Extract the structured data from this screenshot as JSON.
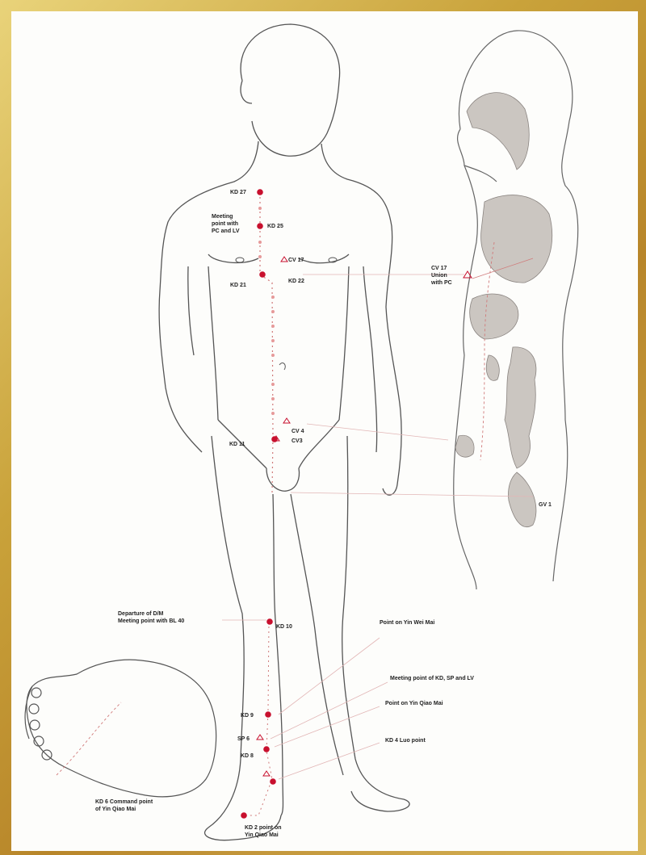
{
  "labels": {
    "kd27": "KD 27",
    "meeting_pc_lv": [
      "Meeting",
      "point with",
      "PC and LV"
    ],
    "kd25": "KD 25",
    "cv17_front": "CV 17",
    "kd21": "KD 21",
    "kd22": "KD 22",
    "cv17_side": [
      "CV 17",
      "Union",
      "with PC"
    ],
    "cv4": "CV 4",
    "cv3": "CV3",
    "kd11": "KD 11",
    "gv1": "GV 1",
    "departure": [
      "Departure of D/M",
      "Meeting point with BL 40"
    ],
    "kd10": "KD 10",
    "yin_wei": "Point on Yin Wei Mai",
    "meeting_kd_sp_lv": "Meeting point of KD, SP and LV",
    "yin_qiao": "Point on Yin Qiao Mai",
    "kd9": "KD 9",
    "sp6": "SP 6",
    "kd8": "KD 8",
    "kd4": "KD 4 Luo point",
    "kd6": [
      "KD 6 Command point",
      "of Yin Qiao Mai"
    ],
    "kd2": [
      "KD 2 point on",
      "Yin Qiao Mai"
    ]
  },
  "colors": {
    "point": "#c8102e",
    "outline": "#555555",
    "organ": "#b9b3ad",
    "frame": "#c9a23a"
  }
}
